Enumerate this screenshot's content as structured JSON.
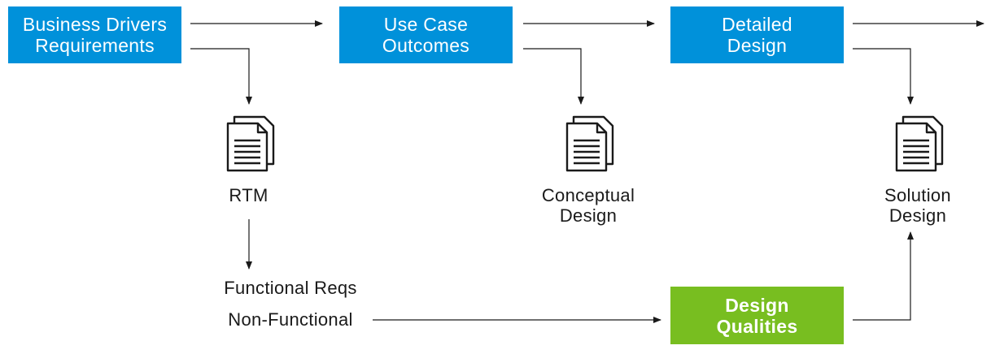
{
  "boxes": {
    "business_drivers": [
      "Business Drivers",
      "Requirements"
    ],
    "use_case": [
      "Use Case",
      "Outcomes"
    ],
    "detailed_design": [
      "Detailed",
      "Design"
    ],
    "design_qualities": [
      "Design",
      "Qualities"
    ]
  },
  "labels": {
    "rtm": "RTM",
    "conceptual_design": [
      "Conceptual",
      "Design"
    ],
    "solution_design": [
      "Solution",
      "Design"
    ],
    "functional_reqs": "Functional Reqs",
    "non_functional": "Non-Functional"
  },
  "colors": {
    "process_box": "#0091da",
    "quality_box": "#78be20",
    "connector": "#1a1a1a"
  },
  "icons": {
    "document": "document-stack-icon"
  }
}
